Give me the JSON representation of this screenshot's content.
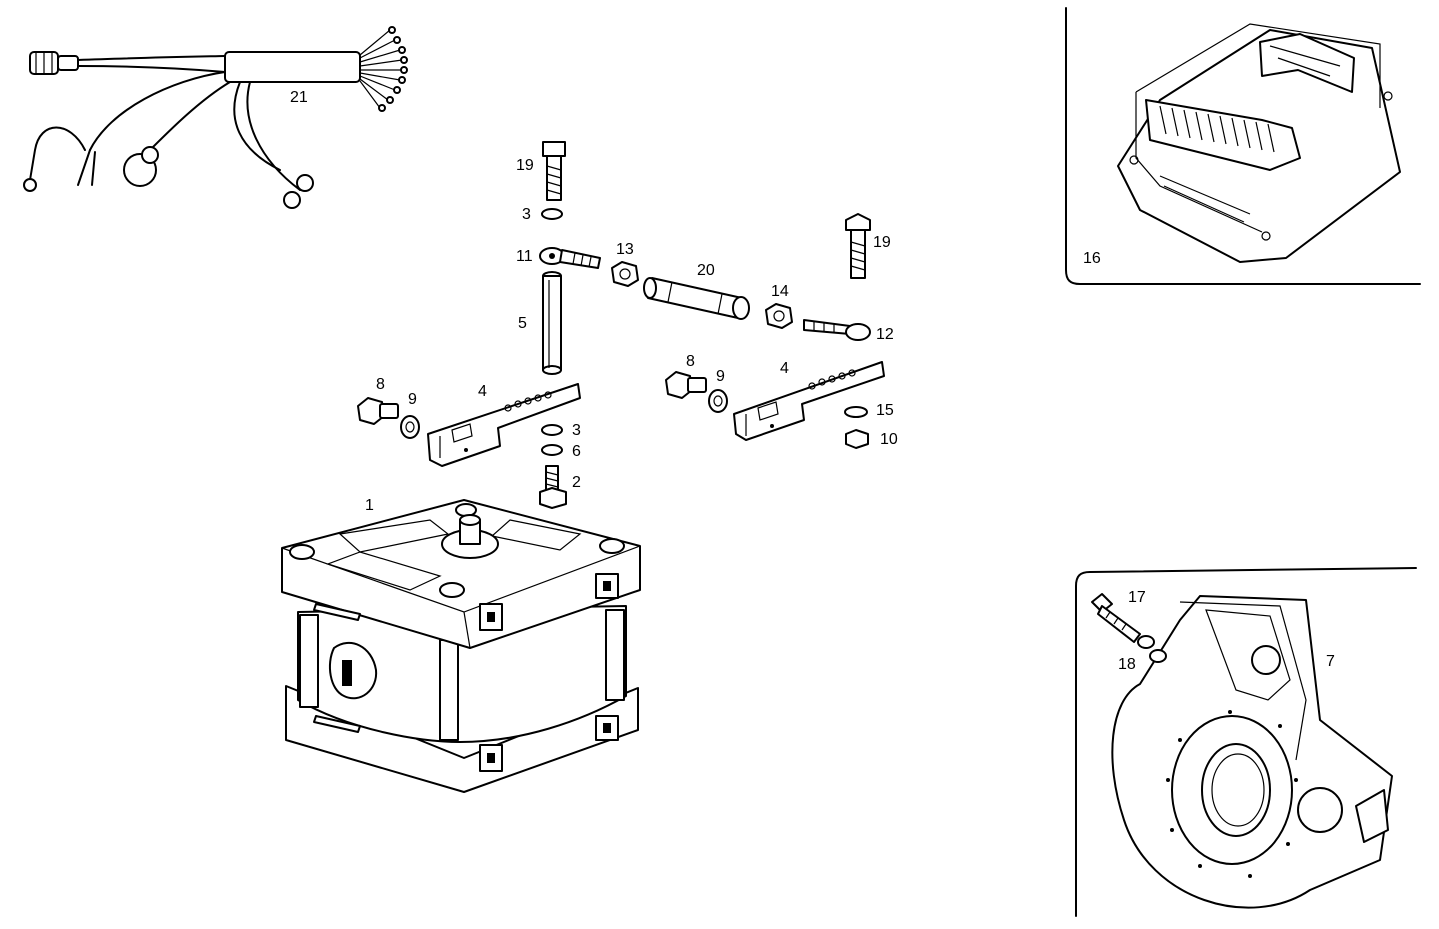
{
  "diagram": {
    "callouts": {
      "c1": "1",
      "c2": "2",
      "c3a": "3",
      "c3b": "3",
      "c4a": "4",
      "c4b": "4",
      "c5": "5",
      "c6": "6",
      "c7": "7",
      "c8a": "8",
      "c8b": "8",
      "c9a": "9",
      "c9b": "9",
      "c10": "10",
      "c11": "11",
      "c12": "12",
      "c13": "13",
      "c14": "14",
      "c15": "15",
      "c16": "16",
      "c17": "17",
      "c18": "18",
      "c19a": "19",
      "c19b": "19",
      "c20": "20",
      "c21": "21"
    }
  }
}
